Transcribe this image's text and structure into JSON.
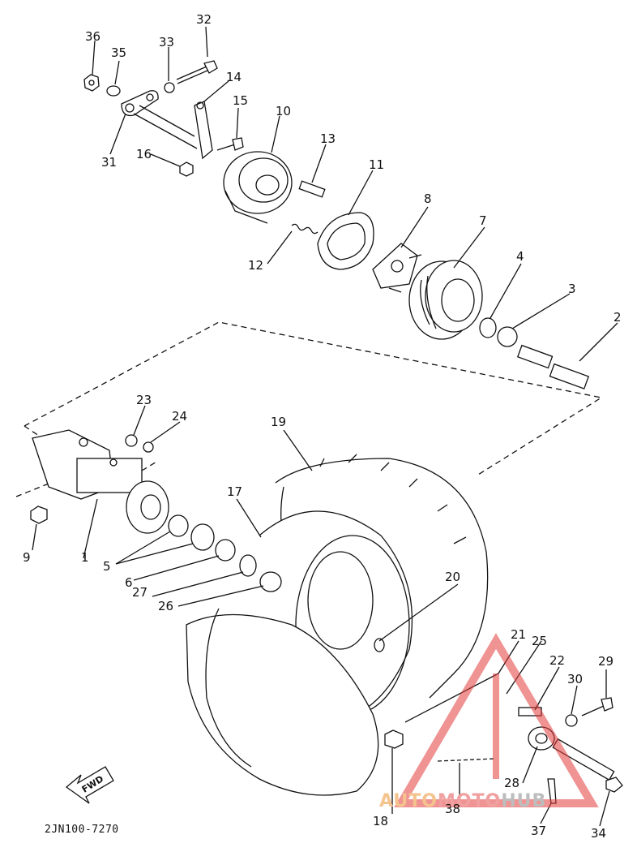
{
  "diagram": {
    "part_code": "2JN100-7270",
    "watermark": {
      "part1": "AUTO",
      "part2": "MOTO",
      "part3": "HUB"
    },
    "direction_label": "FWD",
    "callouts": [
      "1",
      "2",
      "3",
      "4",
      "5",
      "6",
      "7",
      "8",
      "9",
      "10",
      "11",
      "12",
      "13",
      "14",
      "15",
      "16",
      "17",
      "18",
      "19",
      "20",
      "21",
      "22",
      "23",
      "24",
      "25",
      "26",
      "27",
      "28",
      "29",
      "30",
      "31",
      "32",
      "33",
      "34",
      "35",
      "36",
      "37",
      "38"
    ]
  },
  "colors": {
    "line": "#111111",
    "watermark_red": "#e23b3b",
    "watermark_orange": "#f5c38e",
    "watermark_gray": "#bdbdbd"
  }
}
